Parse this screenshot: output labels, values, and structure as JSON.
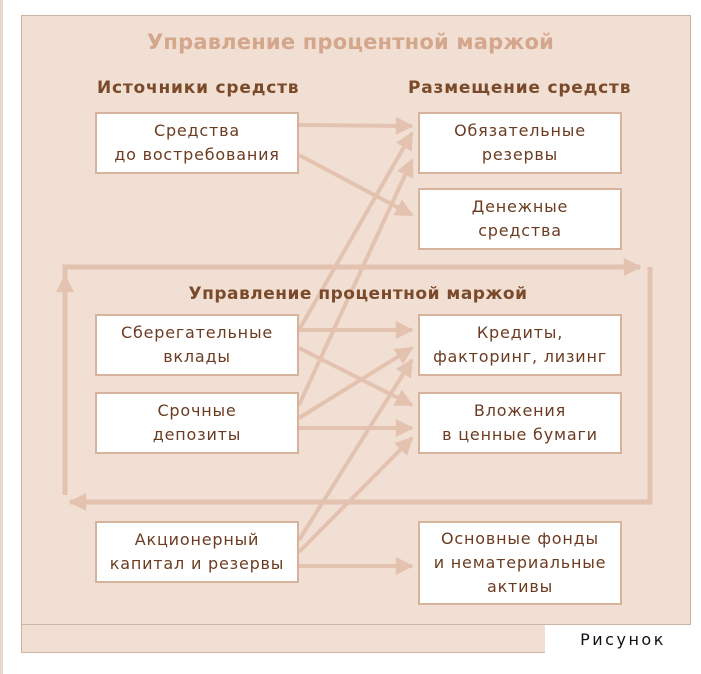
{
  "title": "Управление процентной маржой",
  "left_heading": "Источники средств",
  "right_heading": "Размещение средств",
  "middle_heading": "Управление процентной маржой",
  "sources": [
    "Средства\nдо востребования",
    "Сберегательные\nвклады",
    "Срочные\nдепозиты",
    "Акционерный\nкапитал и резервы"
  ],
  "uses": [
    "Обязательные\nрезервы",
    "Денежные\nсредства",
    "Кредиты,\nфакторинг, лизинг",
    "Вложения\nв ценные бумаги",
    "Основные фонды\nи нематериальные\nактивы"
  ],
  "caption": "Рисунок",
  "colors": {
    "panel": "#f1dfd3",
    "arrow": "#e3c2b0",
    "text": "#6b3c22",
    "title": "#d4a68c"
  }
}
